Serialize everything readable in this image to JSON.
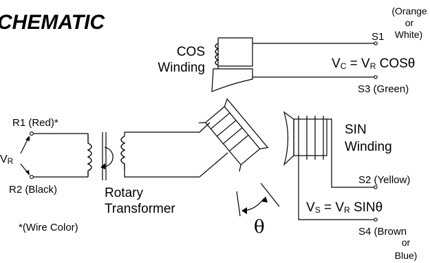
{
  "title": "CHEMATIC",
  "cos_winding": {
    "line1": "COS",
    "line2": "Winding"
  },
  "sin_winding": {
    "line1": "SIN",
    "line2": "Winding"
  },
  "rotary_transformer": {
    "line1": "Rotary",
    "line2": "Transformer"
  },
  "terminals": {
    "r1": {
      "name": "R1",
      "color": "(Red)*"
    },
    "r2": {
      "name": "R2",
      "color": "(Black)"
    },
    "vr": {
      "main": "V",
      "sub": "R"
    },
    "s1": {
      "name": "S1",
      "color_l1": "(Orange",
      "color_l2": "or",
      "color_l3": "White)"
    },
    "s3": {
      "name": "S3",
      "color": "(Green)"
    },
    "s2": {
      "name": "S2",
      "color": "(Yellow)"
    },
    "s4": {
      "name": "S4",
      "color_l1": "(Brown",
      "color_l2": "or",
      "color_l3": "Blue)"
    }
  },
  "equations": {
    "vc": {
      "v": "V",
      "vsub": "C",
      "eq": " = V",
      "rsub": "R",
      "fn": " COSθ"
    },
    "vs": {
      "v": "V",
      "vsub": "S",
      "eq": " = V",
      "rsub": "R",
      "fn": " SINθ"
    }
  },
  "theta": "θ",
  "wire_color_note": "*(Wire Color)"
}
